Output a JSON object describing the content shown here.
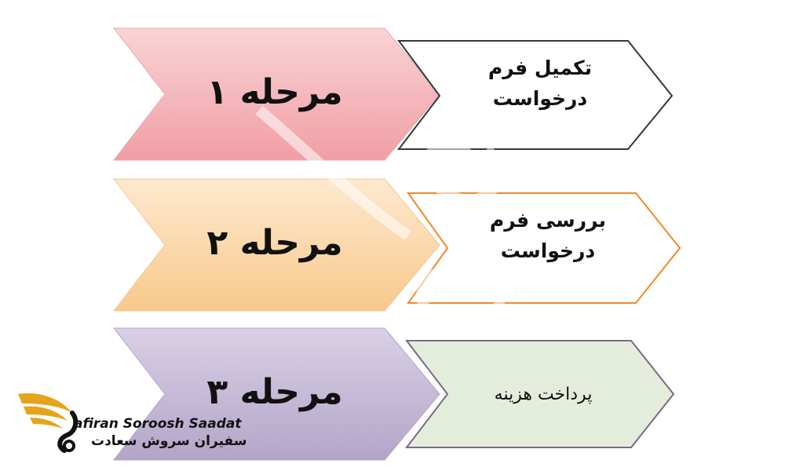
{
  "stages": [
    {
      "label": "مرحله ۱",
      "fill": "#f4b6bb",
      "step": "تکمیل فرم\nدرخواست",
      "step_border": "#2f3a3a",
      "step_fill": "#ffffff"
    },
    {
      "label": "مرحله ۲",
      "fill": "#fbd9ad",
      "step": "بررسی فرم\nدرخواست",
      "step_border": "#f08a2c",
      "step_fill": "#ffffff"
    },
    {
      "label": "مرحله ۳",
      "fill": "#c7bcd8",
      "step": "پرداخت هزینه",
      "step_border": "#7a6a86",
      "step_fill": "#e4eddb"
    }
  ],
  "logo": {
    "text_en": "afiran Soroosh Saadat",
    "text_fa": "سفیران سروش سعادت",
    "colors": {
      "wing": "#e6a41a",
      "ink": "#111111"
    }
  }
}
